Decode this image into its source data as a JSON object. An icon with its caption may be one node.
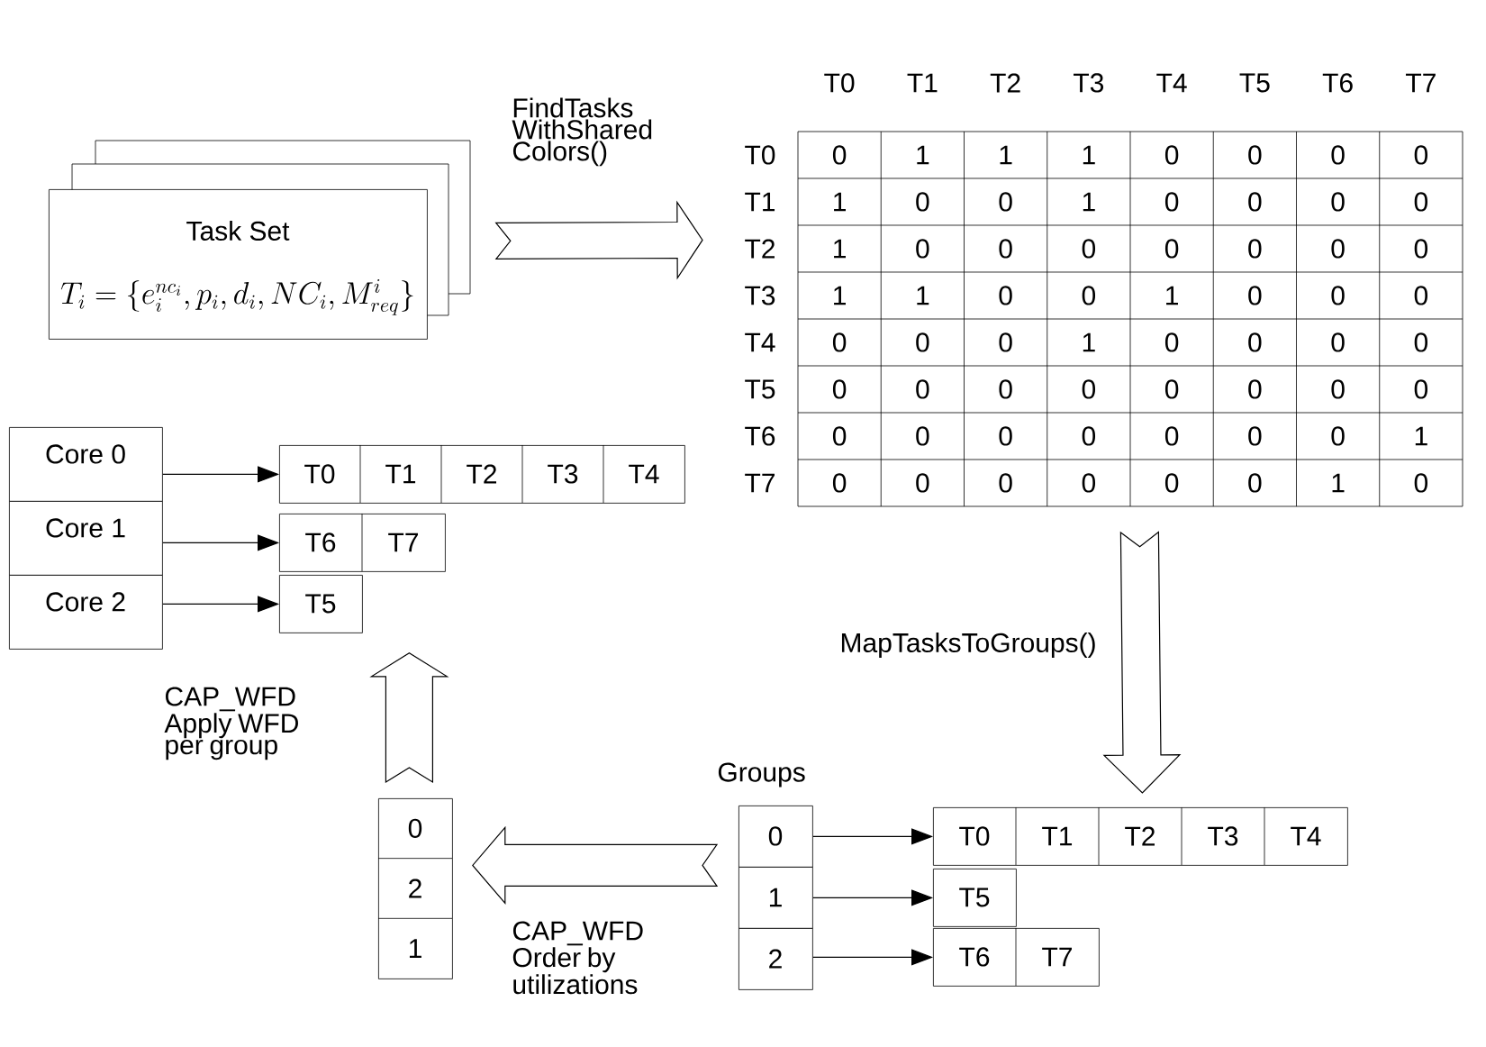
{
  "diagram": {
    "nodes": [
      {
        "text": [
          "Task Set",
          "T_{i}=\\{e_{i}^{nc_{i}}, p_{i}, d_{i}, NC_{i}, M_{req}^{i}\\}"
        ]
      },
      {
        "text": [],
        "shape": "table"
      },
      {
        "text": [
          "0"
        ]
      },
      {
        "text": [
          "1"
        ]
      },
      {
        "text": [
          "2"
        ]
      },
      {
        "text": [
          "T0",
          "T1",
          "T2",
          "T3",
          "T4"
        ]
      },
      {
        "text": [
          "T5"
        ]
      },
      {
        "text": [
          "T6",
          "T7"
        ]
      },
      {
        "text": [
          "0",
          "2",
          "1"
        ]
      },
      {
        "text": [
          "Core 0"
        ]
      },
      {
        "text": [
          "Core 1"
        ]
      },
      {
        "text": [
          "Core 2"
        ]
      },
      {
        "text": [
          "T0",
          "T1",
          "T2",
          "T3",
          "T4"
        ]
      },
      {
        "text": [
          "T6",
          "T7"
        ]
      },
      {
        "text": [
          "T5"
        ]
      }
    ],
    "edges": [
      {
        "from": 0,
        "to": 1,
        "arrow": "to",
        "label": "FindTasks WithShared Colors()"
      },
      {
        "from": 1,
        "to": 5,
        "arrow": "to",
        "label": "MapTasksToGroups()"
      },
      {
        "from": 3,
        "to": 8,
        "arrow": "to",
        "label": "CAP_WFD Order by utilizations"
      },
      {
        "from": 8,
        "to": 14,
        "arrow": "to",
        "label": "CAP_WFD Apply WFD per group"
      },
      {
        "from": 2,
        "to": 5,
        "arrow": "to"
      },
      {
        "from": 3,
        "to": 6,
        "arrow": "to"
      },
      {
        "from": 4,
        "to": 7,
        "arrow": "to"
      },
      {
        "from": 9,
        "to": 12,
        "arrow": "to"
      },
      {
        "from": 10,
        "to": 13,
        "arrow": "to"
      },
      {
        "from": 11,
        "to": 14,
        "arrow": "to"
      }
    ],
    "labels": [
      "Groups",
      "T0",
      "T1",
      "T2",
      "T3",
      "T4",
      "T5",
      "T6",
      "T7",
      "T0",
      "0",
      "1",
      "1",
      "1",
      "0",
      "0",
      "0",
      "0",
      "T1",
      "1",
      "0",
      "0",
      "1",
      "0",
      "0",
      "0",
      "0",
      "T2",
      "1",
      "0",
      "0",
      "0",
      "0",
      "0",
      "0",
      "0",
      "T3",
      "1",
      "1",
      "0",
      "0",
      "1",
      "0",
      "0",
      "0",
      "T4",
      "0",
      "0",
      "0",
      "1",
      "0",
      "0",
      "0",
      "0",
      "T5",
      "0",
      "0",
      "0",
      "0",
      "0",
      "0",
      "0",
      "0",
      "T6",
      "0",
      "0",
      "0",
      "0",
      "0",
      "0",
      "0",
      "1",
      "T7",
      "0",
      "0",
      "0",
      "0",
      "0",
      "0",
      "1",
      "0"
    ]
  }
}
